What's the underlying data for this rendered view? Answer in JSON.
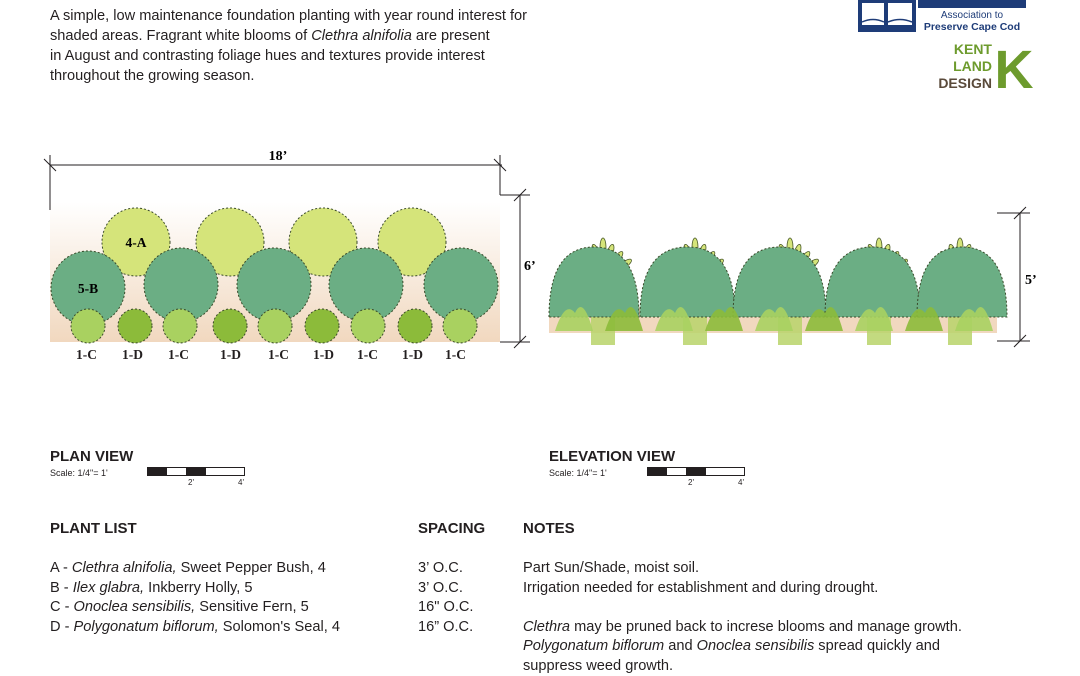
{
  "intro": {
    "line1": "A simple, low maintenance foundation planting with year round interest for",
    "line2_prefix": "shaded areas. Fragrant white blooms of ",
    "line2_species": "Clethra alnifolia",
    "line2_suffix": " are present",
    "line3": "in August and contrasting foliage hues and textures provide interest",
    "line4": "throughout the growing season."
  },
  "logos": {
    "apcc_line1": "Association to",
    "apcc_line2": "Preserve Cape Cod",
    "kent_line1": "KENT",
    "kent_line2": "LAND",
    "kent_line3": "DESIGN",
    "kent_letter": "K"
  },
  "plan": {
    "width_dim": "18’",
    "depth_dim": "6’",
    "label_a": "4-A",
    "label_b": "5-B",
    "bottom_labels": [
      "1-C",
      "1-D",
      "1-C",
      "1-D",
      "1-C",
      "1-D",
      "1-C",
      "1-D",
      "1-C"
    ]
  },
  "elevation": {
    "height_dim": "5’"
  },
  "plan_view": {
    "title": "PLAN VIEW",
    "scale": "Scale: 1/4\"= 1'",
    "tick_2": "2'",
    "tick_4": "4'"
  },
  "elevation_view": {
    "title": "ELEVATION VIEW",
    "scale": "Scale: 1/4\"= 1'",
    "tick_2": "2'",
    "tick_4": "4'"
  },
  "headers": {
    "plant_list": "PLANT LIST",
    "spacing": "SPACING",
    "notes": "NOTES"
  },
  "plants": [
    {
      "code": "A - ",
      "species": "Clethra alnifolia,",
      "common": " Sweet Pepper Bush, 4",
      "spacing": "3’  O.C."
    },
    {
      "code": "B - ",
      "species": "Ilex glabra,",
      "common": " Inkberry Holly, 5",
      "spacing": "3’  O.C."
    },
    {
      "code": "C - ",
      "species": "Onoclea sensibilis,",
      "common": " Sensitive Fern, 5",
      "spacing": "16\" O.C."
    },
    {
      "code": "D - ",
      "species": "Polygonatum biflorum,",
      "common": " Solomon's Seal, 4",
      "spacing": "16” O.C."
    }
  ],
  "notes": {
    "n1": "Part Sun/Shade, moist soil.",
    "n2": "Irrigation needed for establishment and during drought.",
    "n3_species": "Clethra",
    "n3_rest": " may be pruned back to increse blooms and manage growth.",
    "n4_species1": "Polygonatum biflorum",
    "n4_and": " and ",
    "n4_species2": "Onoclea sensibilis",
    "n4_rest": " spread quickly and",
    "n5": "suppress weed growth."
  },
  "colors": {
    "clethra": "#d5e47a",
    "holly": "#6bae84",
    "fern": "#a9d160",
    "seal": "#8cbb3a",
    "ground": "#f1d8bf",
    "text": "#231f20",
    "kent_green": "#6d9b2d",
    "kent_brown": "#5a4a3a",
    "apcc_blue": "#1e3c78"
  }
}
